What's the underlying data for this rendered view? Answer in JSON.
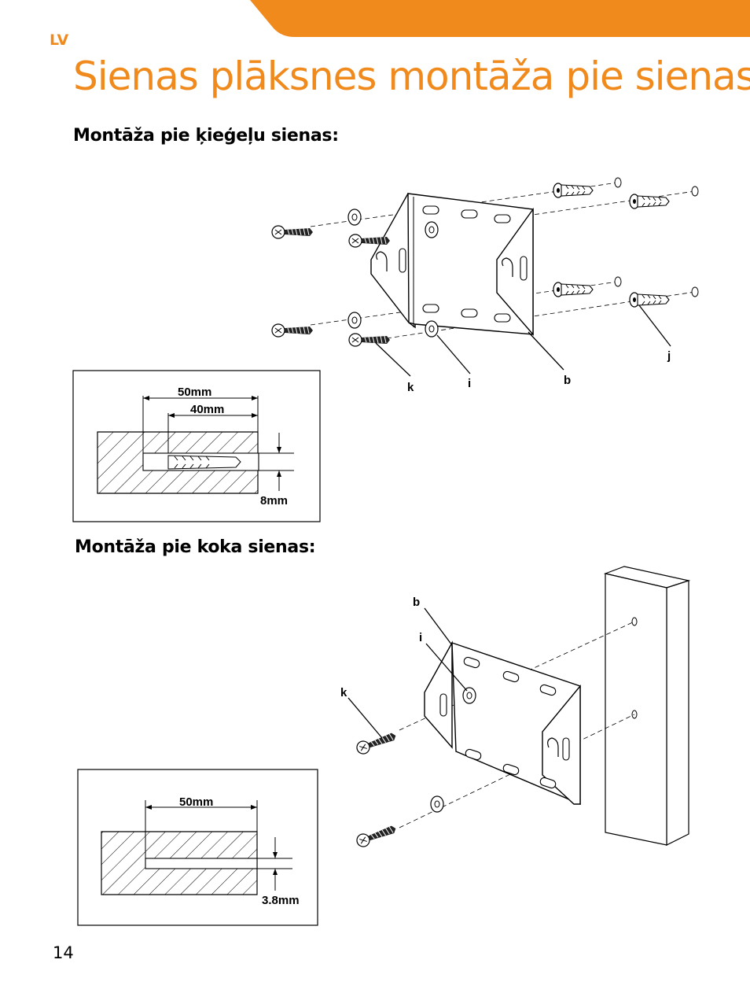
{
  "header": {
    "language_code": "LV",
    "page_title": "Sienas plāksnes montāža pie sienas",
    "accent_color": "#f08a1c"
  },
  "section_brick": {
    "heading": "Montāža pie ķieģeļu sienas:",
    "labels": {
      "k": "k",
      "i": "i",
      "b": "b",
      "j": "j"
    },
    "dimensions": {
      "outer_depth": "50mm",
      "inner_depth": "40mm",
      "hole_diameter": "8mm"
    }
  },
  "section_wood": {
    "heading": "Montāža pie koka sienas:",
    "labels": {
      "b": "b",
      "i": "i",
      "k": "k"
    },
    "dimensions": {
      "depth": "50mm",
      "hole_diameter": "3.8mm"
    }
  },
  "footer": {
    "page_number": "14"
  }
}
